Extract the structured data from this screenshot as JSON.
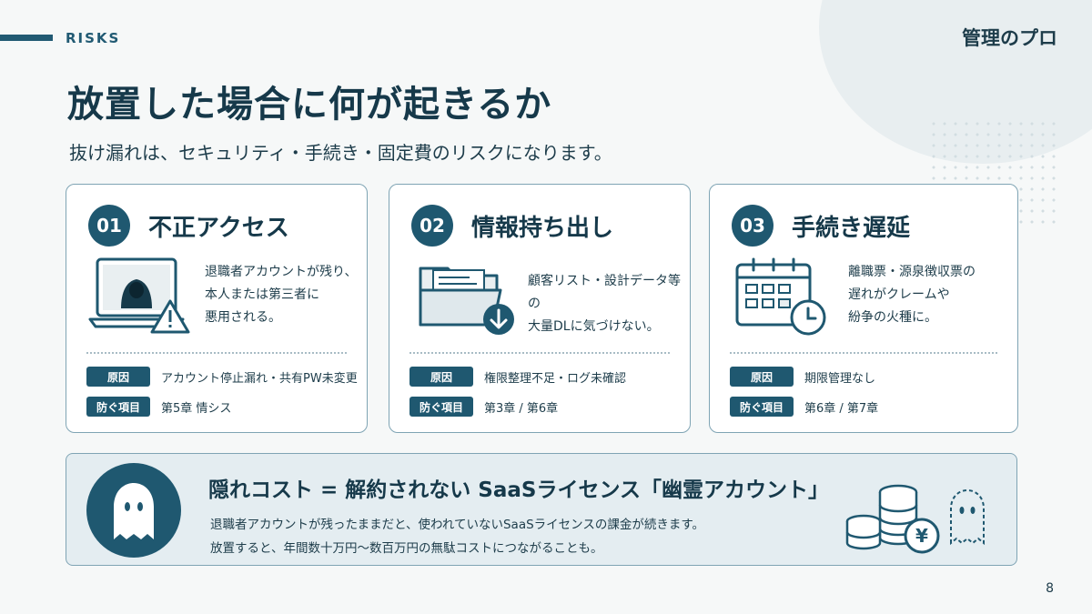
{
  "header": {
    "section_tag": "RISKS",
    "brand": "管理のプロ"
  },
  "page_title": "放置した場合に何が起きるか",
  "subtitle": "抜け漏れは、セキュリティ・手続き・固定費のリスクになります。",
  "cards": [
    {
      "number": "01",
      "title": "不正アクセス",
      "icon": "hacker-laptop-warning-icon",
      "desc_lines": [
        "退職者アカウントが残り、",
        "本人または第三者に",
        "悪用される。"
      ],
      "cause_label": "原因",
      "cause": "アカウント停止漏れ・共有PW未変更",
      "prevent_label": "防ぐ項目",
      "prevent": "第5章 情シス"
    },
    {
      "number": "02",
      "title": "情報持ち出し",
      "icon": "folder-download-icon",
      "desc_lines": [
        "顧客リスト・設計データ等の",
        "大量DLに気づけない。"
      ],
      "cause_label": "原因",
      "cause": "権限整理不足・ログ未確認",
      "prevent_label": "防ぐ項目",
      "prevent": "第3章 / 第6章"
    },
    {
      "number": "03",
      "title": "手続き遅延",
      "icon": "calendar-clock-icon",
      "desc_lines": [
        "離職票・源泉徴収票の",
        "遅れがクレームや",
        "紛争の火種に。"
      ],
      "cause_label": "原因",
      "cause": "期限管理なし",
      "prevent_label": "防ぐ項目",
      "prevent": "第6章 / 第7章"
    }
  ],
  "bottom": {
    "title": "隠れコスト = 解約されない SaaSライセンス「幽霊アカウント」",
    "line1": "退職者アカウントが残ったままだと、使われていないSaaSライセンスの課金が続きます。",
    "line2": "放置すると、年間数十万円〜数百万円の無駄コストにつながることも。",
    "icons": [
      "ghost-icon",
      "coin-stack-yen-icon"
    ]
  },
  "page_number": "8",
  "colors": {
    "primary": "#1f5870",
    "dark_text": "#16394a",
    "card_border": "#7fa4b4",
    "panel_bg": "#e4edf1"
  }
}
